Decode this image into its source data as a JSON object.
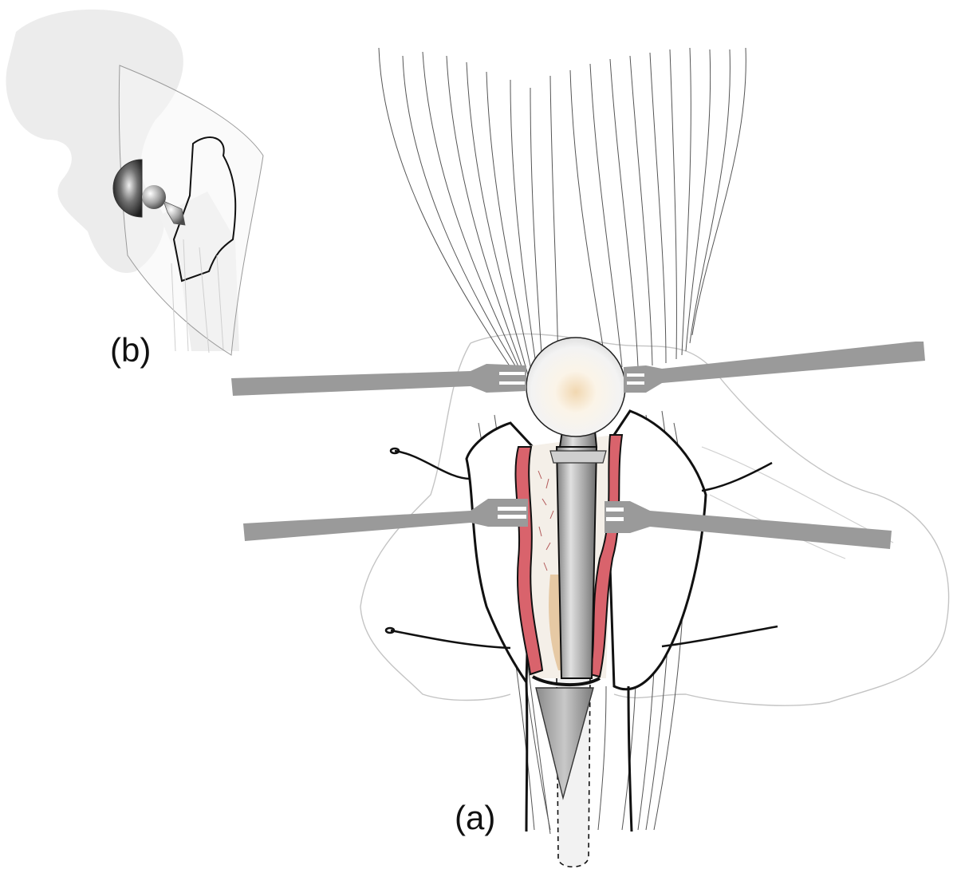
{
  "labels": {
    "panel_a": "(a)",
    "panel_b": "(b)"
  },
  "colors": {
    "background": "#ffffff",
    "outline": "#111111",
    "retractor": "#9a9a9a",
    "implant_metal": "#a9a9a9",
    "cortex_red": "#d9636c",
    "cancellous": "#e6c9a4",
    "pelvis_silhouette": "#ececec",
    "fibers": "#555555"
  },
  "icons": {
    "retractor": "surgical-retractor",
    "implant": "femoral-stem-prosthesis",
    "suture": "suture-loop"
  }
}
